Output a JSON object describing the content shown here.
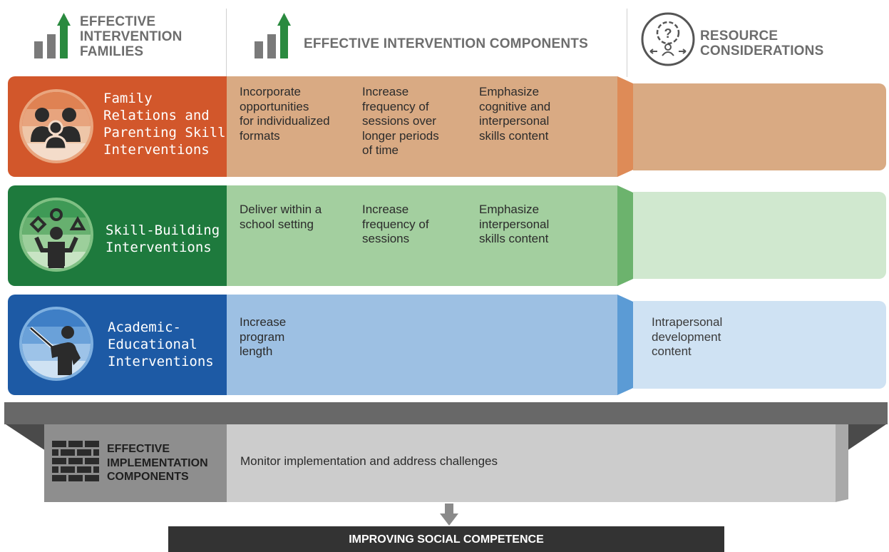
{
  "header": {
    "families_title": "EFFECTIVE\nINTERVENTION\nFAMILIES",
    "components_title": "EFFECTIVE INTERVENTION COMPONENTS",
    "resources_title": "RESOURCE\nCONSIDERATIONS"
  },
  "rows": [
    {
      "family": "Family\nRelations and\nParenting Skills\nInterventions",
      "icon": "family-group-icon",
      "components": [
        "Incorporate\nopportunities\nfor individualized\nformats",
        "Increase\nfrequency of\nsessions over\nlonger periods\nof time",
        "Emphasize\ncognitive and\ninterpersonal\nskills content"
      ],
      "resource": "",
      "colors": {
        "dark": "#d2572b",
        "mid": "#d9aa83",
        "tab": "#de8b57",
        "light": "#d9aa83"
      }
    },
    {
      "family": "Skill-Building\nInterventions",
      "icon": "juggling-shapes-icon",
      "components": [
        "Deliver within a\nschool setting",
        "Increase\nfrequency of\nsessions",
        "Emphasize\ninterpersonal\nskills content"
      ],
      "resource": "",
      "colors": {
        "dark": "#1e7a3d",
        "mid": "#a3cf9f",
        "tab": "#6cb36d",
        "light": "#d0e8cf"
      }
    },
    {
      "family": "Academic-\nEducational\nInterventions",
      "icon": "teacher-pointer-icon",
      "components": [
        "Increase\nprogram\nlength",
        "",
        ""
      ],
      "resource": "Intrapersonal\ndevelopment\ncontent",
      "colors": {
        "dark": "#1d5aa5",
        "mid": "#9dc0e3",
        "tab": "#5b9bd5",
        "light": "#cfe2f3"
      }
    }
  ],
  "implementation": {
    "title": "EFFECTIVE\nIMPLEMENTATION\nCOMPONENTS",
    "text": "Monitor implementation and address challenges",
    "icon": "brick-wall-icon"
  },
  "outcome": "IMPROVING SOCIAL COMPETENCE",
  "icons": {
    "families": "bar-chart-up-arrow-icon",
    "components": "bar-chart-up-arrow-icon",
    "resources": "gear-question-person-icon",
    "flow": "arrow-down-icon"
  }
}
